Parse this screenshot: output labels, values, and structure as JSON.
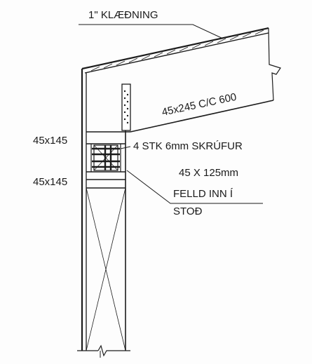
{
  "labels": {
    "cladding": "1\" KLÆÐNING",
    "rafter": "45x245 C/C 600",
    "upper_member": "45x145",
    "screws": "4 STK 6mm SKRÚFUR",
    "lower_member": "45x145",
    "block_size": "45 X 125mm",
    "block_note_1": "FELLD INN Í",
    "block_note_2": "STOÐ"
  },
  "colors": {
    "ink": "#1c1c1c",
    "paper": "#fdfdfd"
  }
}
